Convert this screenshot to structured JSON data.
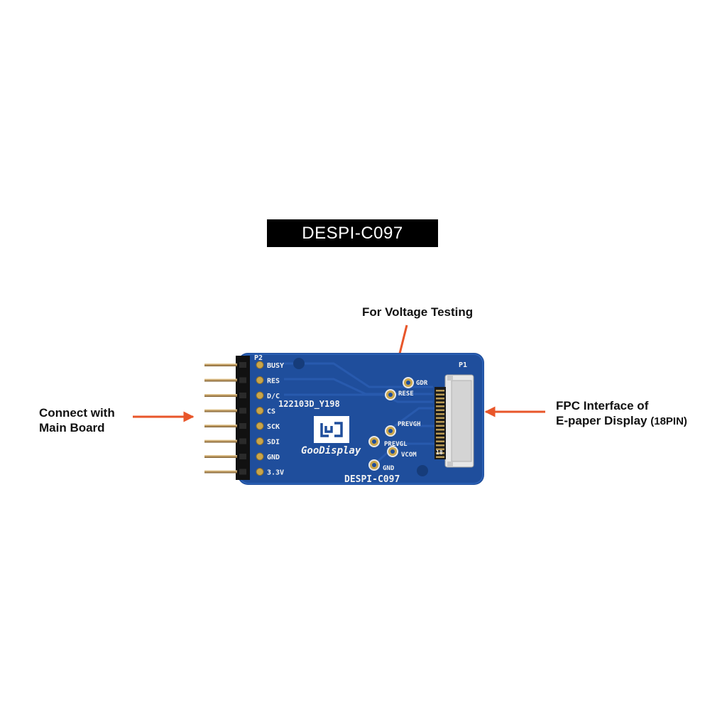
{
  "title": "DESPI-C097",
  "callouts": {
    "voltage": "For Voltage Testing",
    "main_board_line1": "Connect with",
    "main_board_line2": "Main Board",
    "fpc_line1": "FPC Interface of",
    "fpc_line2": "E-paper Display",
    "fpc_pins": "(18PIN)"
  },
  "board": {
    "header_label": "P2",
    "connector_label": "P1",
    "connector_pin_label": "18",
    "pins": [
      "BUSY",
      "RES",
      "D/C",
      "CS",
      "SCK",
      "SDI",
      "GND",
      "3.3V"
    ],
    "batch_code": "122103D_Y198",
    "brand": "GooDisplay",
    "model": "DESPI-C097",
    "test_points": [
      "GDR",
      "RESE",
      "PREVGH",
      "PREVGL",
      "VCOM",
      "GND"
    ]
  },
  "colors": {
    "pcb": "#1f4e9c",
    "arrow": "#e8562a",
    "title_bg": "#000000"
  }
}
